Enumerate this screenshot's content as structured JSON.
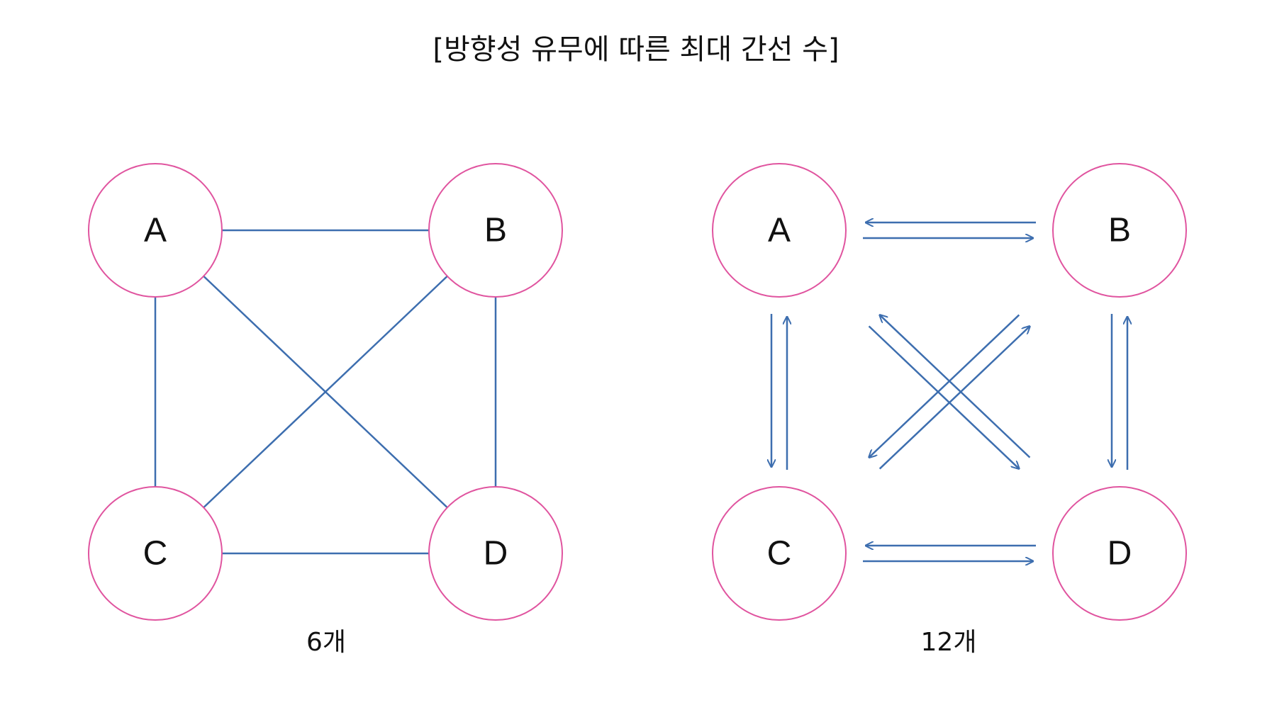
{
  "title": "[방향성 유무에 따른 최대 간선 수]",
  "colors": {
    "node_stroke": "#e0549f",
    "edge": "#3d6eaf"
  },
  "undirected": {
    "caption": "6개",
    "nodes": [
      "A",
      "B",
      "C",
      "D"
    ],
    "edges": [
      [
        "A",
        "B"
      ],
      [
        "A",
        "C"
      ],
      [
        "A",
        "D"
      ],
      [
        "B",
        "C"
      ],
      [
        "B",
        "D"
      ],
      [
        "C",
        "D"
      ]
    ]
  },
  "directed": {
    "caption": "12개",
    "nodes": [
      "A",
      "B",
      "C",
      "D"
    ],
    "edges": [
      [
        "A",
        "B"
      ],
      [
        "B",
        "A"
      ],
      [
        "C",
        "D"
      ],
      [
        "D",
        "C"
      ],
      [
        "C",
        "A"
      ],
      [
        "A",
        "C"
      ],
      [
        "D",
        "B"
      ],
      [
        "B",
        "D"
      ],
      [
        "A",
        "D"
      ],
      [
        "D",
        "A"
      ],
      [
        "C",
        "B"
      ],
      [
        "B",
        "C"
      ]
    ]
  }
}
